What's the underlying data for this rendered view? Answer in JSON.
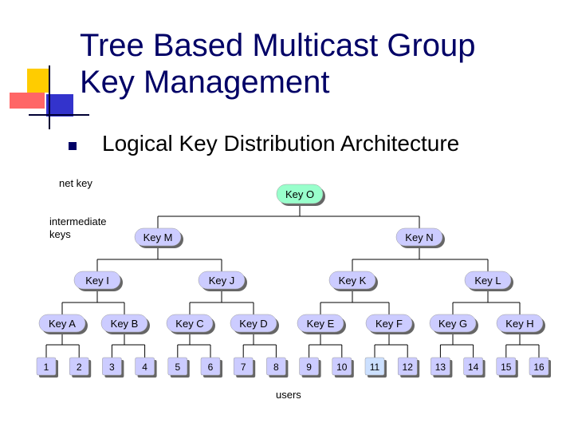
{
  "slide": {
    "title_line1": "Tree Based Multicast Group",
    "title_line2": "Key Management",
    "bullet": "Logical Key Distribution Architecture"
  },
  "labels": {
    "net_key": "net key",
    "intermediate_line1": "intermediate",
    "intermediate_line2": "keys",
    "users": "users"
  },
  "colors": {
    "title": "#000066",
    "root_fill": "#99ffcc",
    "key_fill": "#ccccff",
    "user_fill": "#ccccff",
    "highlight_user_fill": "#cce0ff",
    "shadow": "#666666",
    "deco_yellow": "#ffcc00",
    "deco_red": "#ff6666",
    "deco_blue": "#3333cc"
  },
  "tree": {
    "root": "Key O",
    "level1": [
      "Key M",
      "Key N"
    ],
    "level2": [
      "Key I",
      "Key J",
      "Key K",
      "Key L"
    ],
    "level3": [
      "Key A",
      "Key B",
      "Key C",
      "Key D",
      "Key E",
      "Key F",
      "Key G",
      "Key H"
    ],
    "users": [
      "1",
      "2",
      "3",
      "4",
      "5",
      "6",
      "7",
      "8",
      "9",
      "10",
      "11",
      "12",
      "13",
      "14",
      "15",
      "16"
    ]
  }
}
